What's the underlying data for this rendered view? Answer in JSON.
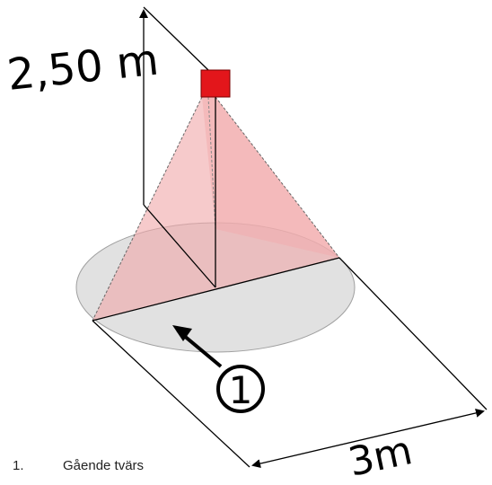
{
  "diagram": {
    "height_label": "2,50 m",
    "width_label": "3m",
    "marker_number": "1",
    "sensor_color": "#e3161b",
    "cone_color": "#f4b6b8",
    "floor_color": "#dcdcdc"
  },
  "legend": {
    "items": [
      {
        "number": "1.",
        "label": "Gående tvärs"
      }
    ]
  }
}
